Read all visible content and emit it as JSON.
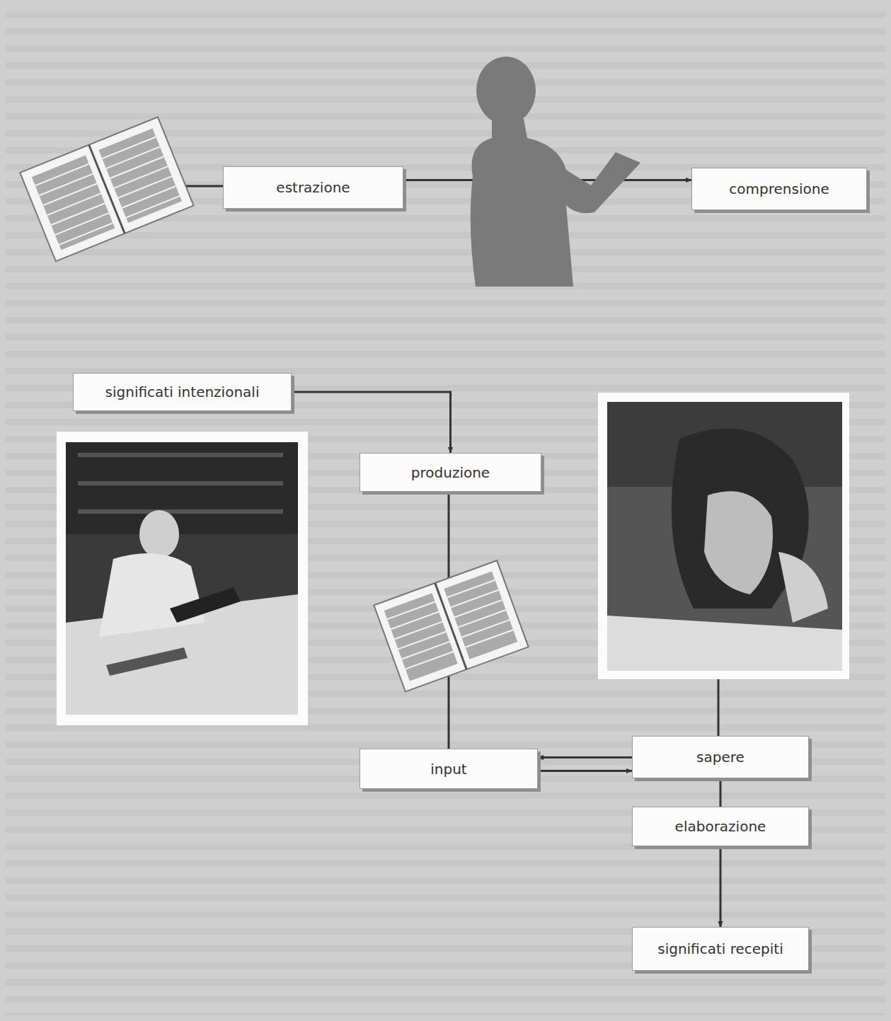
{
  "diagram": {
    "nodes": [
      {
        "text": [
          "estrazione"
        ]
      },
      {
        "text": [
          "comprensione"
        ]
      },
      {
        "text": [
          "significati intenzionali"
        ]
      },
      {
        "text": [
          "produzione"
        ]
      },
      {
        "text": [
          "input"
        ]
      },
      {
        "text": [
          "sapere"
        ]
      },
      {
        "text": [
          "elaborazione"
        ]
      },
      {
        "text": [
          "significati recepiti"
        ]
      }
    ],
    "edges": [
      {
        "from": 0,
        "to": 1,
        "arrow": "to"
      },
      {
        "from": 2,
        "to": 3,
        "arrow": "to"
      },
      {
        "from": 3,
        "to": 4,
        "arrow": "none"
      },
      {
        "from": 5,
        "to": 4,
        "arrow": "to"
      },
      {
        "from": 4,
        "to": 5,
        "arrow": "to"
      },
      {
        "from": 5,
        "to": 6,
        "arrow": "none"
      },
      {
        "from": 6,
        "to": 7,
        "arrow": "to"
      }
    ]
  }
}
